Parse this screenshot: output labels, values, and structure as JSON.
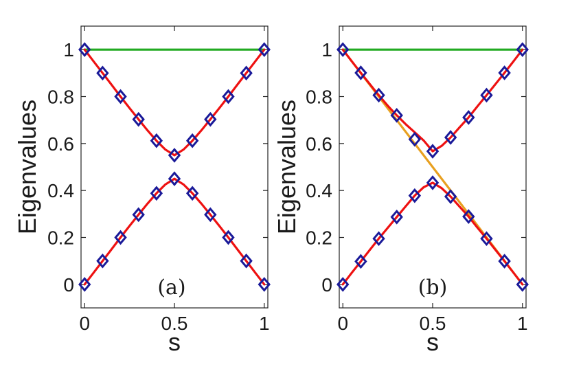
{
  "chart_data": [
    {
      "type": "line",
      "panel_label": "(a)",
      "xlabel": "s",
      "ylabel": "Eigenvalues",
      "xlim": [
        -0.02,
        1.02
      ],
      "ylim": [
        -0.1,
        1.1
      ],
      "xticks": [
        0,
        0.5,
        1
      ],
      "xtick_labels": [
        "0",
        "0.5",
        "1"
      ],
      "yticks": [
        0,
        0.2,
        0.4,
        0.6,
        0.8,
        1
      ],
      "ytick_labels": [
        "0",
        "0.2",
        "0.4",
        "0.6",
        "0.8",
        "1"
      ],
      "series": [
        {
          "color": "#22aa22",
          "style": "line",
          "x": [
            0,
            1
          ],
          "y": [
            1,
            1
          ]
        },
        {
          "color": "#ee1111",
          "style": "line",
          "x": [
            0,
            0.05,
            0.1,
            0.15,
            0.2,
            0.25,
            0.3,
            0.35,
            0.4,
            0.45,
            0.5,
            0.55,
            0.6,
            0.65,
            0.7,
            0.75,
            0.8,
            0.85,
            0.9,
            0.95,
            1
          ],
          "y": [
            1,
            0.95,
            0.9,
            0.85,
            0.8,
            0.751,
            0.703,
            0.656,
            0.612,
            0.574,
            0.55,
            0.574,
            0.612,
            0.656,
            0.703,
            0.751,
            0.8,
            0.85,
            0.9,
            0.95,
            1
          ]
        },
        {
          "color": "#ee1111",
          "style": "line",
          "x": [
            0,
            0.05,
            0.1,
            0.15,
            0.2,
            0.25,
            0.3,
            0.35,
            0.4,
            0.45,
            0.5,
            0.55,
            0.6,
            0.65,
            0.7,
            0.75,
            0.8,
            0.85,
            0.9,
            0.95,
            1
          ],
          "y": [
            0,
            0.05,
            0.1,
            0.15,
            0.2,
            0.249,
            0.297,
            0.344,
            0.388,
            0.426,
            0.45,
            0.426,
            0.388,
            0.344,
            0.297,
            0.249,
            0.2,
            0.15,
            0.1,
            0.05,
            0
          ]
        },
        {
          "color": "#1a1a99",
          "style": "markers",
          "x": [
            0,
            0.1,
            0.2,
            0.3,
            0.4,
            0.5,
            0.6,
            0.7,
            0.8,
            0.9,
            1
          ],
          "y": [
            1,
            0.9,
            0.8,
            0.703,
            0.612,
            0.55,
            0.612,
            0.703,
            0.8,
            0.9,
            1
          ]
        },
        {
          "color": "#1a1a99",
          "style": "markers",
          "x": [
            0,
            0.1,
            0.2,
            0.3,
            0.4,
            0.5,
            0.6,
            0.7,
            0.8,
            0.9,
            1
          ],
          "y": [
            0,
            0.1,
            0.2,
            0.297,
            0.388,
            0.45,
            0.388,
            0.297,
            0.2,
            0.1,
            0
          ]
        }
      ]
    },
    {
      "type": "line",
      "panel_label": "(b)",
      "xlabel": "s",
      "ylabel": "Eigenvalues",
      "xlim": [
        -0.02,
        1.02
      ],
      "ylim": [
        -0.1,
        1.1
      ],
      "xticks": [
        0,
        0.5,
        1
      ],
      "xtick_labels": [
        "0",
        "0.5",
        "1"
      ],
      "yticks": [
        0,
        0.2,
        0.4,
        0.6,
        0.8,
        1
      ],
      "ytick_labels": [
        "0",
        "0.2",
        "0.4",
        "0.6",
        "0.8",
        "1"
      ],
      "series": [
        {
          "color": "#22aa22",
          "style": "line",
          "x": [
            0,
            1
          ],
          "y": [
            1,
            1
          ]
        },
        {
          "color": "#e8a020",
          "style": "line",
          "x": [
            0,
            1
          ],
          "y": [
            1,
            0
          ]
        },
        {
          "color": "#ee1111",
          "style": "line",
          "x": [
            0,
            0.05,
            0.1,
            0.15,
            0.2,
            0.25,
            0.3,
            0.35,
            0.4,
            0.45,
            0.5,
            0.55,
            0.6,
            0.65,
            0.7,
            0.75,
            0.8,
            0.85,
            0.9,
            0.95,
            1
          ],
          "y": [
            1,
            0.95,
            0.901,
            0.853,
            0.806,
            0.761,
            0.72,
            0.682,
            0.648,
            0.613,
            0.567,
            0.59,
            0.626,
            0.669,
            0.711,
            0.759,
            0.806,
            0.853,
            0.901,
            0.95,
            1
          ]
        },
        {
          "color": "#ee1111",
          "style": "line",
          "x": [
            0,
            0.05,
            0.1,
            0.15,
            0.2,
            0.25,
            0.3,
            0.35,
            0.4,
            0.45,
            0.5,
            0.55,
            0.6,
            0.65,
            0.7,
            0.75,
            0.8,
            0.85,
            0.9,
            0.95,
            1
          ],
          "y": [
            0,
            0.05,
            0.098,
            0.147,
            0.195,
            0.241,
            0.287,
            0.333,
            0.378,
            0.414,
            0.433,
            0.41,
            0.374,
            0.331,
            0.289,
            0.241,
            0.195,
            0.147,
            0.099,
            0.05,
            0
          ]
        },
        {
          "color": "#1a1a99",
          "style": "markers",
          "x": [
            0,
            0.1,
            0.2,
            0.3,
            0.4,
            0.5,
            0.6,
            0.7,
            0.8,
            0.9,
            1
          ],
          "y": [
            1,
            0.901,
            0.806,
            0.72,
            0.618,
            0.567,
            0.626,
            0.711,
            0.806,
            0.901,
            1
          ]
        },
        {
          "color": "#1a1a99",
          "style": "markers",
          "x": [
            0,
            0.1,
            0.2,
            0.3,
            0.4,
            0.5,
            0.6,
            0.7,
            0.8,
            0.9,
            1
          ],
          "y": [
            0,
            0.098,
            0.195,
            0.287,
            0.378,
            0.433,
            0.374,
            0.289,
            0.195,
            0.099,
            0
          ]
        }
      ]
    }
  ]
}
